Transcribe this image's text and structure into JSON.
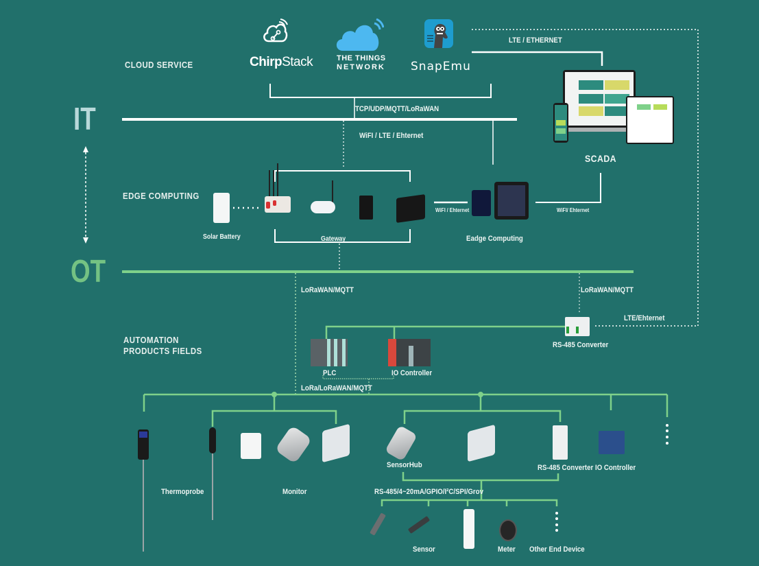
{
  "layers": {
    "it": "IT",
    "ot": "OT"
  },
  "sections": {
    "cloud": "CLOUD SERVICE",
    "edge": "EDGE COMPUTING",
    "automation_line1": "AUTOMATION",
    "automation_line2": "PRODUCTS FIELDS"
  },
  "cloud_services": [
    {
      "name": "ChirpStack",
      "name_bold": "Chirp",
      "name_light": "Stack",
      "icon": "cloud-network-icon"
    },
    {
      "name_line1": "THE THINGS",
      "name_line2": "NETWORK",
      "icon": "cloud-wifi-icon",
      "color": "#4db8f0"
    },
    {
      "name": "SnapEmu",
      "icon": "emu-mascot-icon",
      "color": "#1e9dcf"
    }
  ],
  "protocols": {
    "cloud_link": "TCP/UDP/MQTT/LoRaWAN",
    "lte_ethernet": "LTE / ETHERNET",
    "wifi_lte_ethernet": "WiFI / LTE / Ehternet",
    "wifi_ethernet_left": "WiFI /  Ehternet",
    "wifi_ethernet_right": "WiFI/  Ehternet",
    "lorawan_mqtt_left": "LoRaWAN/MQTT",
    "lorawan_mqtt_right": "LoRaWAN/MQTT",
    "lte_ehternet": "LTE/Ehternet",
    "lora_lorawan_mqtt": "LoRa/LoRaWAN/MQTT",
    "bus": "RS-485/4~20mA/GPIO/I²C/SPI/Grov"
  },
  "edge": {
    "solar_battery": "Solar  Battery",
    "gateway": "Gateway",
    "edge_computing": "Eadge Computing",
    "scada": "SCADA"
  },
  "automation": {
    "plc": "PLC",
    "io_controller": "IO Controller",
    "rs485_converter": "RS-485 Converter"
  },
  "field_devices": {
    "thermoprobe": "Thermoprobe",
    "monitor": "Monitor",
    "sensorhub": "SensorHub",
    "rs485_converter": "RS-485 Converter",
    "io_controller": "IO Controller",
    "sensor": "Sensor",
    "meter": "Meter",
    "other": "Other End Device"
  },
  "colors": {
    "background": "#21706b",
    "it_line": "#ffffff",
    "ot_line": "#7fd18a",
    "ot_text": "#74c283",
    "it_text": "#b9d9da"
  }
}
